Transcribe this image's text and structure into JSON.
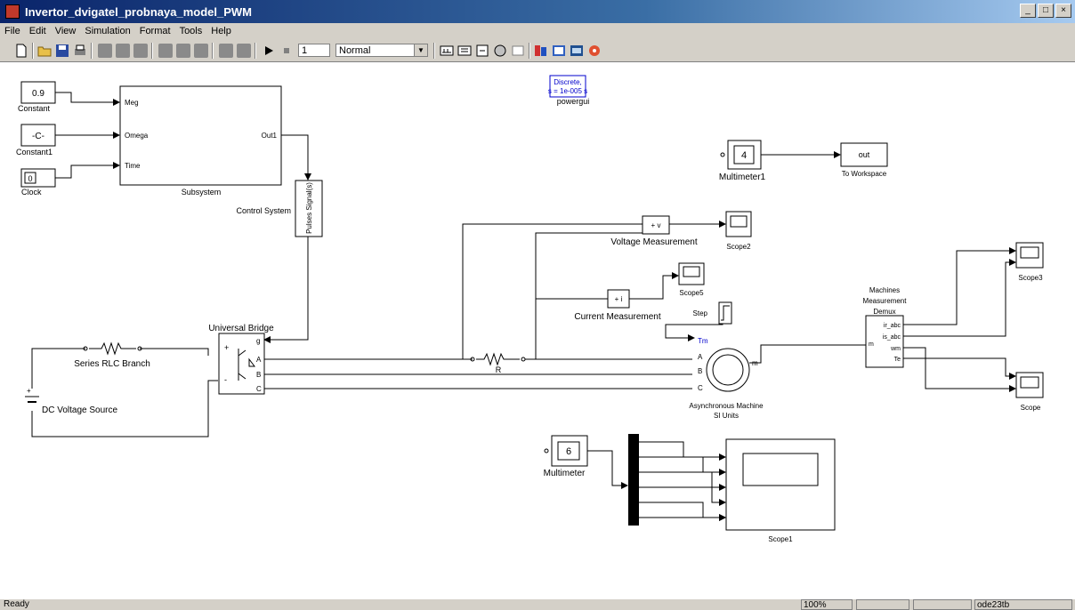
{
  "window": {
    "title": "Invertor_dvigatel_probnaya_model_PWM"
  },
  "menu": [
    "File",
    "Edit",
    "View",
    "Simulation",
    "Format",
    "Tools",
    "Help"
  ],
  "toolbar": {
    "stop_time": "1",
    "sim_mode": "Normal"
  },
  "blocks": {
    "constant": {
      "value": "0.9",
      "label": "Constant"
    },
    "constant1": {
      "value": "-C-",
      "label": "Constant1"
    },
    "clock": {
      "value": "0",
      "label": "Clock"
    },
    "subsystem": {
      "label": "Subsystem",
      "in1": "Meg",
      "in2": "Omega",
      "in3": "Time",
      "out1": "Out1"
    },
    "control_system": {
      "label": "Control System",
      "inner": "Pulses Signal(s)"
    },
    "powergui": {
      "line1": "Discrete,",
      "line2": "s = 1e-005 s",
      "label": "powergui"
    },
    "multimeter1": {
      "value": "4",
      "label": "Multimeter1"
    },
    "to_workspace": {
      "value": "out",
      "label": "To Workspace"
    },
    "voltage_measurement": {
      "label": "Voltage Measurement",
      "sign": "+ v"
    },
    "scope2": {
      "label": "Scope2"
    },
    "scope5": {
      "label": "Scope5"
    },
    "step": {
      "label": "Step"
    },
    "current_measurement": {
      "label": "Current Measurement",
      "sign": "+ i"
    },
    "universal_bridge": {
      "label": "Universal Bridge",
      "port_g": "g",
      "port_a": "A",
      "port_b": "B",
      "port_c": "C",
      "port_plus": "+",
      "port_minus": "-"
    },
    "series_rlc": {
      "label": "Series RLC Branch"
    },
    "dc_source": {
      "label": "DC Voltage Source"
    },
    "resistor": {
      "label": "R"
    },
    "async_machine": {
      "label1": "Asynchronous Machine",
      "label2": "SI Units",
      "port_tm": "Tm",
      "port_a": "A",
      "port_b": "B",
      "port_c": "C",
      "port_m": "m"
    },
    "demux": {
      "label1": "Machines",
      "label2": "Measurement",
      "label3": "Demux",
      "out1": "ir_abc",
      "out2": "is_abc",
      "out3": "wm",
      "out4": "Te",
      "in_m": "m"
    },
    "scope3": {
      "label": "Scope3"
    },
    "scope": {
      "label": "Scope"
    },
    "multimeter": {
      "value": "6",
      "label": "Multimeter"
    },
    "scope1": {
      "label": "Scope1"
    }
  },
  "status": {
    "ready": "Ready",
    "zoom": "100%",
    "solver": "ode23tb"
  },
  "colors": {
    "line": "#000000",
    "title_bar": "#0a246a",
    "powergui_text": "#0000cc",
    "chrome": "#d4d0c8"
  }
}
